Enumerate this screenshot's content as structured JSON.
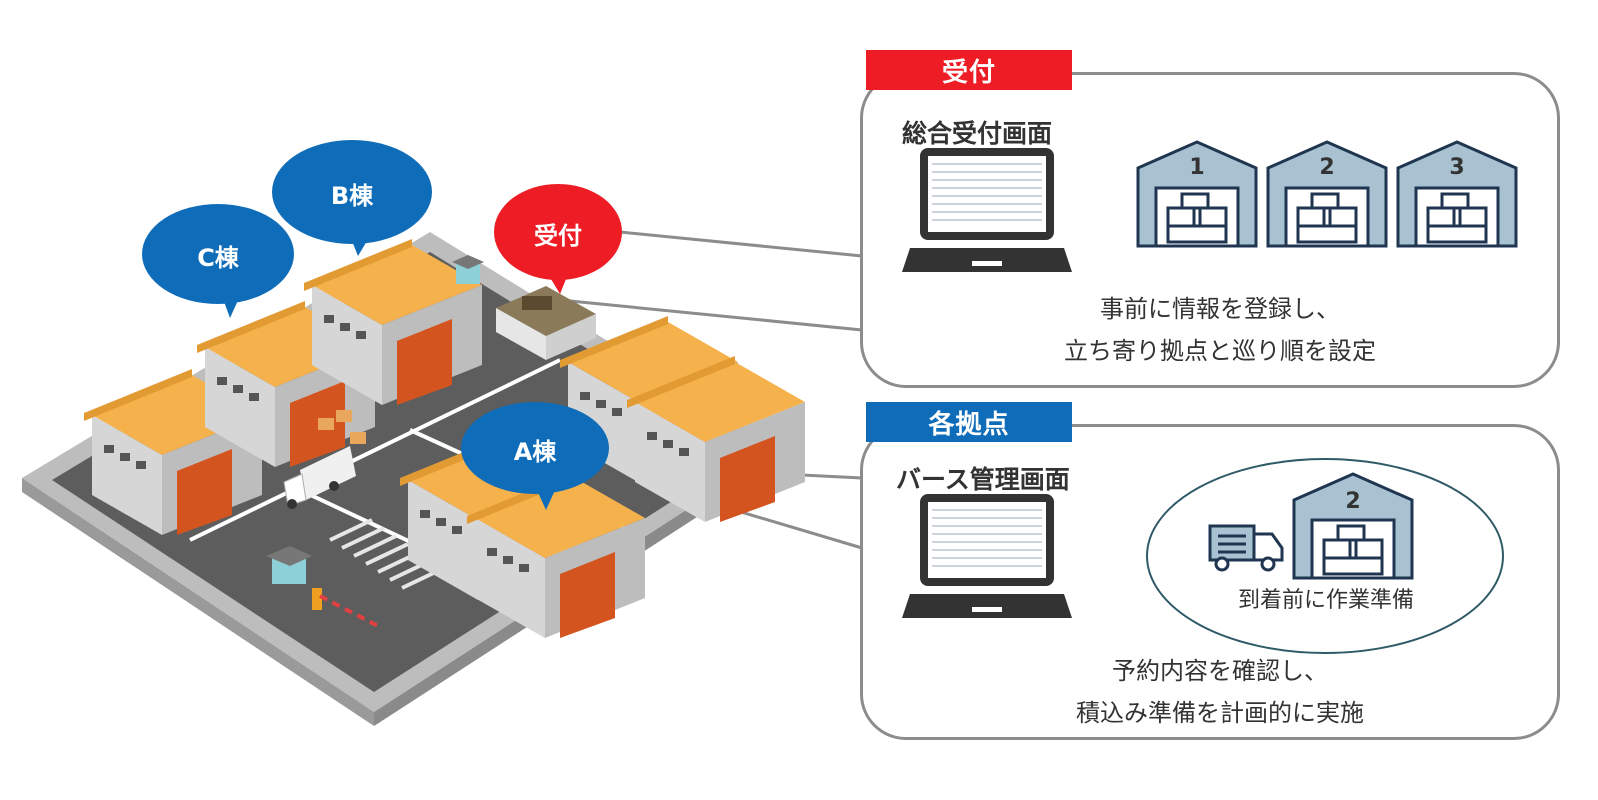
{
  "bubbles": {
    "c": "C棟",
    "b": "B棟",
    "reception": "受付",
    "a": "A棟"
  },
  "reception_panel": {
    "tag": "受付",
    "screen_title": "総合受付画面",
    "warehouse_numbers": [
      "1",
      "2",
      "3"
    ],
    "desc_line1": "事前に情報を登録し、",
    "desc_line2": "立ち寄り拠点と巡り順を設定"
  },
  "site_panel": {
    "tag": "各拠点",
    "screen_title": "バース管理画面",
    "warehouse_number": "2",
    "prep_label": "到着前に作業準備",
    "desc_line1": "予約内容を確認し、",
    "desc_line2": "積込み準備を計画的に実施"
  },
  "colors": {
    "red": "#ee1c24",
    "blue": "#0f6cb8",
    "roof": "#f5b24c",
    "wall": "#d6d6d6",
    "door": "#d4541f",
    "warehouse_fill": "#a8c2d2",
    "warehouse_line": "#1f3550"
  }
}
